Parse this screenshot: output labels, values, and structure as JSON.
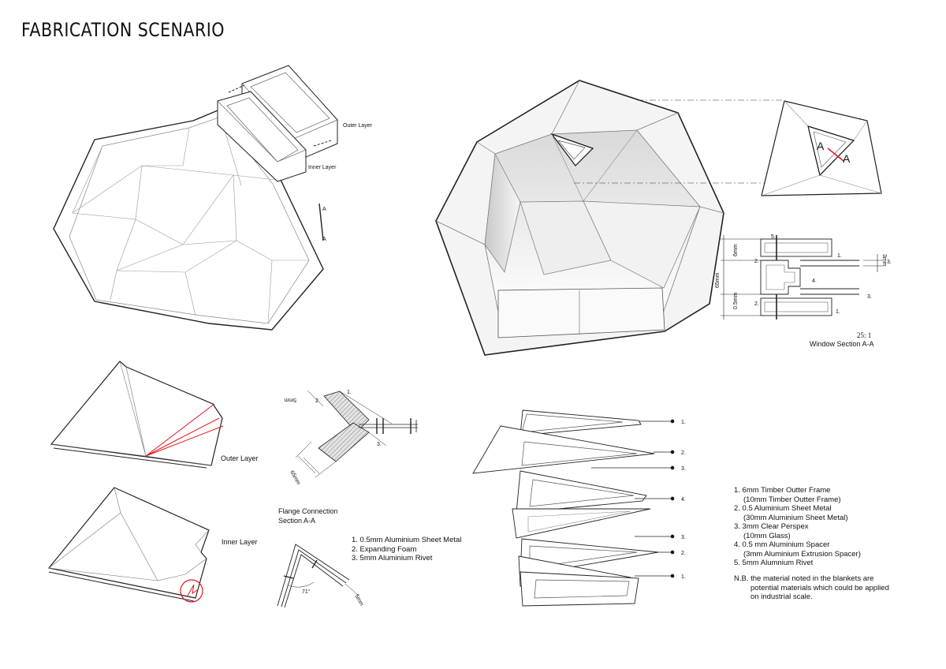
{
  "title": "FABRICATION SCENARIO",
  "pod_labels": {
    "outer_layer": "Outer Layer",
    "inner_layer": "Inner Layer",
    "section_mark": "A"
  },
  "window_detail": {
    "section_mark": "A",
    "callouts": [
      "1.",
      "2.",
      "3.",
      "4.",
      "5."
    ],
    "dimensions": [
      "6mm",
      "65mm",
      "0.5mm",
      "3mm"
    ],
    "scale": "25: 1",
    "caption": "Window Section A-A"
  },
  "unfolded_layers": {
    "outer_label": "Outer Layer",
    "inner_label": "Inner Layer"
  },
  "flange": {
    "callouts": [
      "1.",
      "2",
      "3."
    ],
    "dimensions": [
      "5mm",
      "65mm",
      "5mm",
      "71°"
    ],
    "caption_line1": "Flange Connection",
    "caption_line2": "Section A-A",
    "legend": [
      "1. 0.5mm Aluminium Sheet Metal",
      "2. Expanding Foam",
      "3. 5mm Aluminium Rivet"
    ]
  },
  "exploded": {
    "callouts": [
      "1.",
      "2.",
      "3.",
      "4.",
      "3.",
      "2.",
      "1."
    ]
  },
  "materials": {
    "items": [
      "1. 6mm Timber Outter Frame",
      "(10mm Timber Outter Frame)",
      "2. 0.5 Aluminium Sheet Metal",
      "(30mm Aluminium Sheet Metal)",
      "3. 3mm Clear Perspex",
      "(10mm Glass)",
      "4. 0.5 mm Aluminium Spacer",
      "(3mm Aluminium Extrusion Spacer)",
      "5. 5mm Alumnium Rivet"
    ],
    "note_line1": "N.B. the material noted in the blankets are",
    "note_line2": "potential materials which could be applied",
    "note_line3": "on industrial scale."
  },
  "colors": {
    "ink": "#111111",
    "accent_red": "#e3161c",
    "shade": "#dedede"
  }
}
